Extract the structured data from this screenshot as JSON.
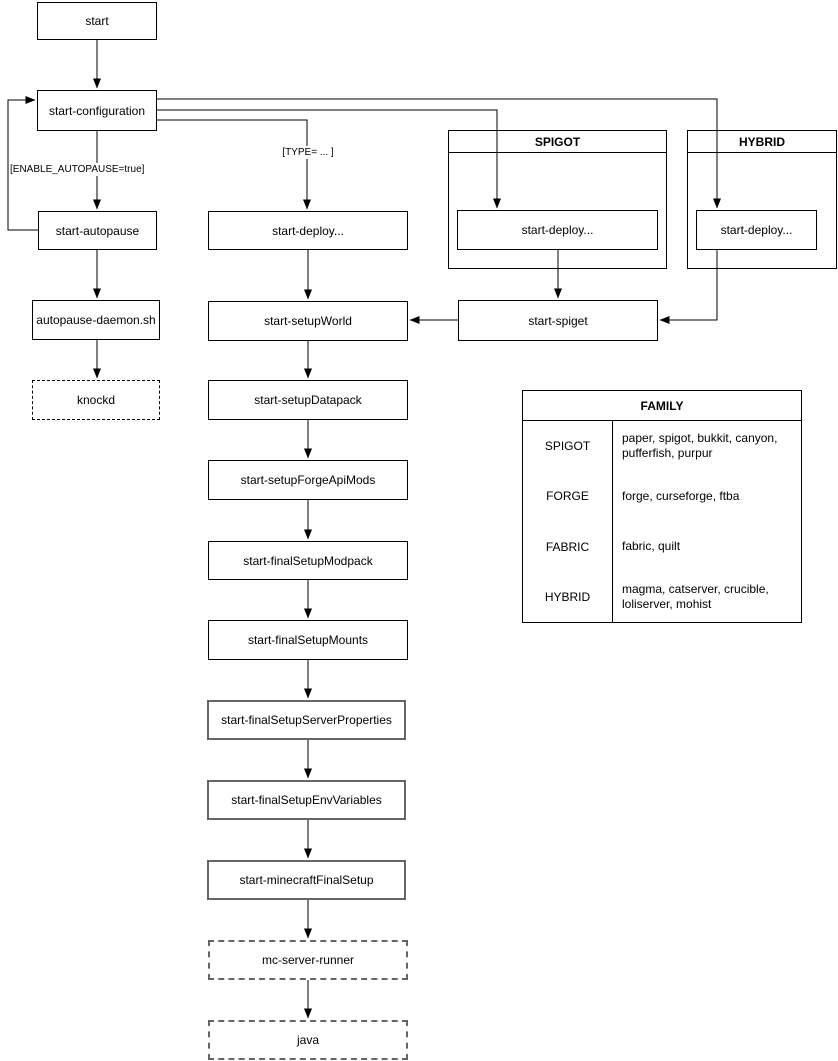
{
  "diagram": {
    "nodes": {
      "start": "start",
      "start_configuration": "start-configuration",
      "start_autopause": "start-autopause",
      "autopause_daemon": "autopause-daemon.sh",
      "knockd": "knockd",
      "start_deploy_mid": "start-deploy...",
      "start_deploy_spigot": "start-deploy...",
      "start_deploy_hybrid": "start-deploy...",
      "start_spiget": "start-spiget",
      "start_setupWorld": "start-setupWorld",
      "start_setupDatapack": "start-setupDatapack",
      "start_setupForgeApiMods": "start-setupForgeApiMods",
      "start_finalSetupModpack": "start-finalSetupModpack",
      "start_finalSetupMounts": "start-finalSetupMounts",
      "start_finalSetupServerProperties": "start-finalSetupServerProperties",
      "start_finalSetupEnvVariables": "start-finalSetupEnvVariables",
      "start_minecraftFinalSetup": "start-minecraftFinalSetup",
      "mc_server_runner": "mc-server-runner",
      "java": "java"
    },
    "containers": {
      "spigot_title": "SPIGOT",
      "hybrid_title": "HYBRID"
    },
    "edge_labels": {
      "enable_autopause": "[ENABLE_AUTOPAUSE=true]",
      "type": "[TYPE= ... ]"
    },
    "colors": {
      "line": "#000000",
      "gray_border": "#666666",
      "background": "#ffffff"
    }
  },
  "family_table": {
    "title": "FAMILY",
    "rows": [
      {
        "family": "SPIGOT",
        "servers": "paper, spigot, bukkit, canyon, pufferfish, purpur"
      },
      {
        "family": "FORGE",
        "servers": "forge, curseforge, ftba"
      },
      {
        "family": "FABRIC",
        "servers": "fabric, quilt"
      },
      {
        "family": "HYBRID",
        "servers": "magma, catserver, crucible, loliserver, mohist"
      }
    ]
  }
}
